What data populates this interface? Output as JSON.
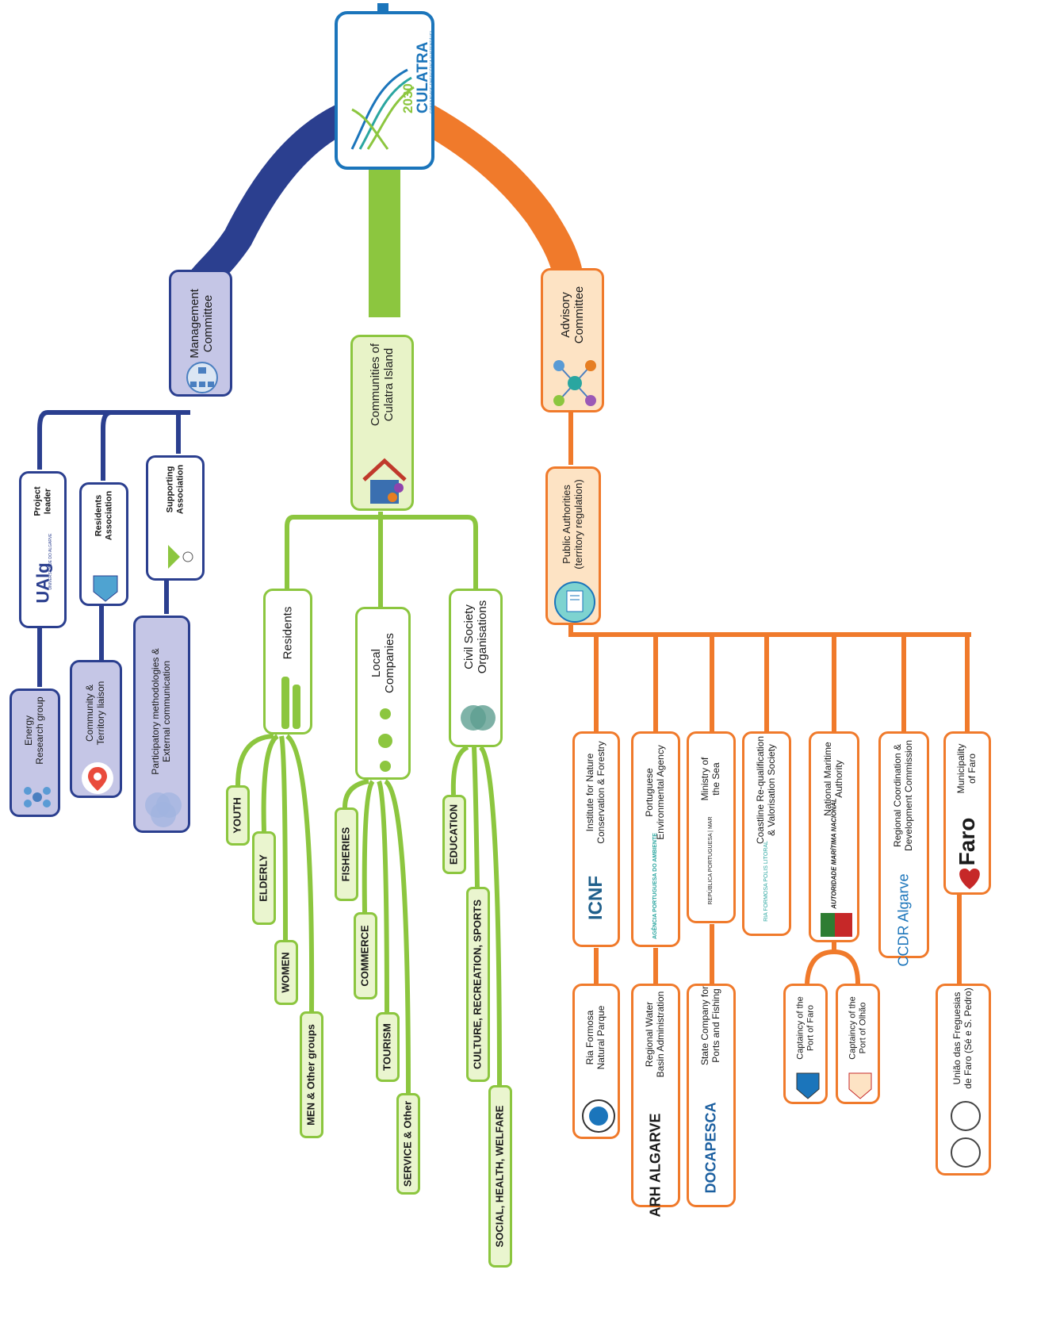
{
  "central_logo": {
    "year": "2030",
    "name": "CULATRA",
    "tagline": "COMUNIDADE ENERGÉTICA SUSTENTÁVEL"
  },
  "management": {
    "title": "Management\nCommittee",
    "project_leader": "Project\nleader",
    "ualg_logo": "UAlg",
    "ualg_sub": "UNIVERSIDADE DO ALGARVE",
    "residents_association": "Residents\nAssociation",
    "supporting_association": "Supporting\nAssociation",
    "energy_group": "Energy\nResearch group",
    "community_liaison": "Community &\nTerritory liaison",
    "participatory": "Participatory methodologies &\nExternal communication"
  },
  "communities": {
    "title": "Communities of\nCulatra Island",
    "residents": "Residents",
    "local_companies": "Local\nCompanies",
    "civil_society": "Civil Society\nOrganisations",
    "residents_groups": [
      "YOUTH",
      "ELDERLY",
      "WOMEN",
      "MEN & Other groups"
    ],
    "company_groups": [
      "FISHERIES",
      "COMMERCE",
      "TOURISM",
      "SERVICE & Other"
    ],
    "civil_groups": [
      "EDUCATION",
      "CULTURE, RECREATION, SPORTS",
      "SOCIAL, HEALTH, WELFARE"
    ]
  },
  "advisory": {
    "title": "Advisory\nCommittee",
    "public_authorities": "Public Authorities\n(territory regulation)",
    "authorities": [
      {
        "name": "Institute for Nature\nConservation & Forestry",
        "logo": "ICNF"
      },
      {
        "name": "Portuguese\nEnvironmental Agency",
        "logo": "AGÊNCIA PORTUGUESA DO AMBIENTE"
      },
      {
        "name": "Ministry of\nthe Sea",
        "logo": "REPÚBLICA PORTUGUESA | MAR"
      },
      {
        "name": "Coastline Re-qualification\n& Valorisation Society",
        "logo": "RIA FORMOSA POLIS LITORAL"
      },
      {
        "name": "National Maritime\nAuthority",
        "logo": "AUTORIDADE MARÍTIMA NACIONAL"
      },
      {
        "name": "Regional Coordination &\nDevelopment Commission",
        "logo": "CCDR Algarve"
      },
      {
        "name": "Municipality\nof Faro",
        "logo": "Faro"
      }
    ],
    "sub_authorities": [
      {
        "name": "Ria Formosa\nNatural Parque"
      },
      {
        "name": "Regional Water\nBasin Administration",
        "logo": "ARH ALGARVE"
      },
      {
        "name": "State Company for\nPorts and Fishing",
        "logo": "DOCAPESCA"
      },
      {
        "name": "Captaincy of the\nPort of Faro"
      },
      {
        "name": "Captaincy of the\nPort of Olhão"
      },
      {
        "name": "União das Freguesias\nde Faro (Sé e S. Pedro)"
      }
    ]
  },
  "colors": {
    "blue": "#2b3f8f",
    "green": "#8cc63f",
    "orange": "#f07a2b",
    "logo_blue": "#1b75bb"
  }
}
